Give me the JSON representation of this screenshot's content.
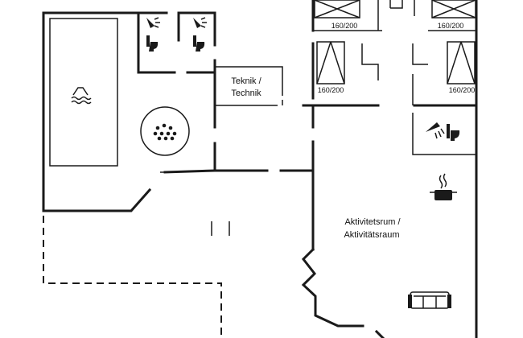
{
  "rooms": {
    "technik_line1": "Teknik /",
    "technik_line2": "Technik",
    "activity_line1": "Aktivitetsrum /",
    "activity_line2": "Aktivitätsraum"
  },
  "beds": {
    "bed_top_left": "160/200",
    "bed_top_right": "160/200",
    "bed_mid_left": "160/200",
    "bed_mid_right": "160/200"
  },
  "icons": [
    "pool-icon",
    "whirlpool-icon",
    "shower-icon",
    "toilet-icon",
    "stove-pot-icon",
    "sofa-icon",
    "bed-icon"
  ],
  "colors": {
    "wall": "#1a1a1a",
    "background": "#ffffff"
  }
}
